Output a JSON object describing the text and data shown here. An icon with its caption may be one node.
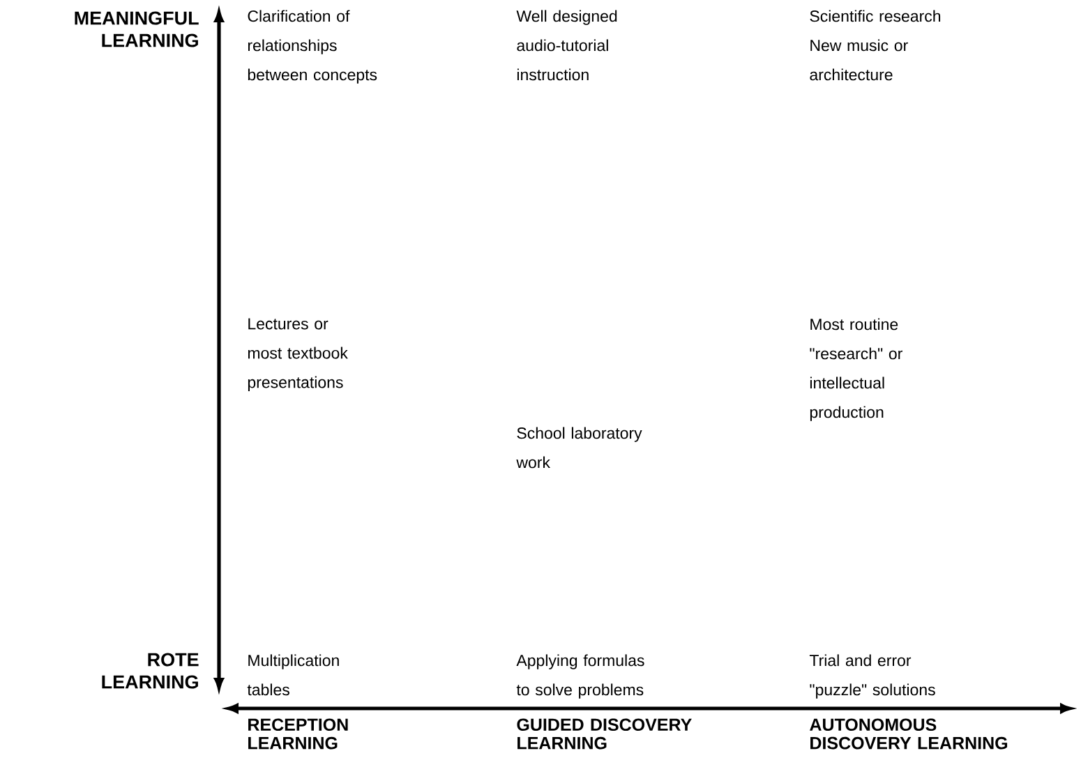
{
  "diagram": {
    "labels": [
      "MEANINGFUL LEARNING",
      "Clarification of relationships between concepts",
      "Well designed audio-tutorial instruction",
      "Scientific research New music or architecture",
      "Lectures or most textbook presentations",
      "Most routine \"research\" or intellectual production",
      "School laboratory work",
      "ROTE LEARNING",
      "Multiplication tables",
      "Applying formulas to solve problems",
      "Trial and error \"puzzle\" solutions",
      "RECEPTION LEARNING",
      "GUIDED DISCOVERY LEARNING",
      "AUTONOMOUS DISCOVERY LEARNING"
    ]
  }
}
